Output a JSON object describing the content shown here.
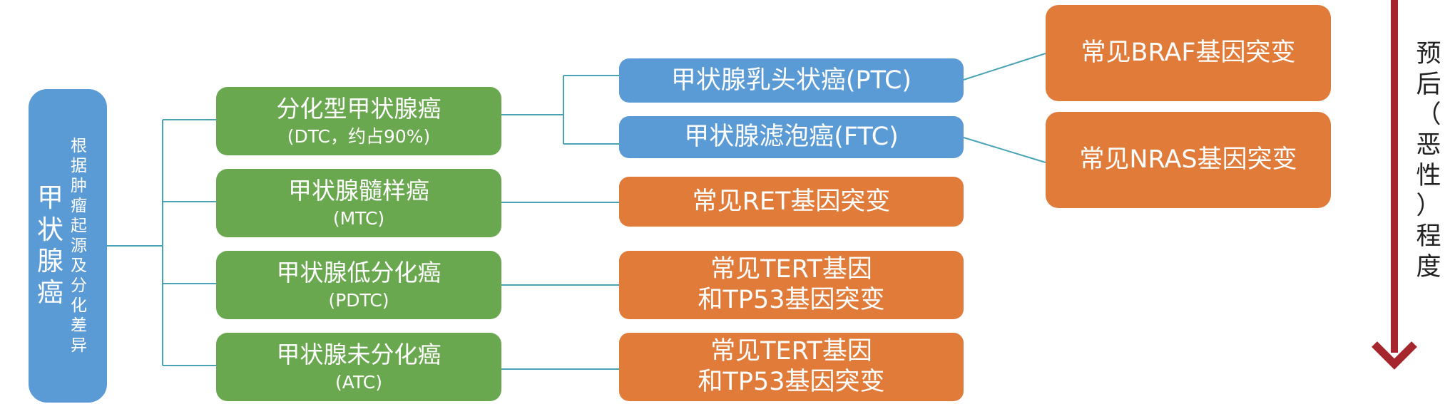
{
  "colors": {
    "blue": "#5b9bd5",
    "green": "#6aa84f",
    "orange": "#e07b39",
    "connector": "#4aa3b5",
    "arrow": "#a5262d",
    "text_dark": "#222222"
  },
  "root": {
    "label": "甲状腺癌",
    "note": "根据肿瘤起源及分化差异"
  },
  "types": [
    {
      "name": "分化型甲状腺癌",
      "abbr": "(DTC，约占90%)"
    },
    {
      "name": "甲状腺髓样癌",
      "abbr": "(MTC)"
    },
    {
      "name": "甲状腺低分化癌",
      "abbr": "(PDTC)"
    },
    {
      "name": "甲状腺未分化癌",
      "abbr": "(ATC)"
    }
  ],
  "dtc_subtypes": [
    {
      "name": "甲状腺乳头状癌(PTC)"
    },
    {
      "name": "甲状腺滤泡癌(FTC)"
    }
  ],
  "mutations": {
    "ptc": "常见BRAF基因突变",
    "ftc": "常见NRAS基因突变",
    "mtc": "常见RET基因突变",
    "pdtc": [
      "常见TERT基因",
      "和TP53基因突变"
    ],
    "atc": [
      "常见TERT基因",
      "和TP53基因突变"
    ]
  },
  "prognosis_label": "预后（恶性）程度"
}
